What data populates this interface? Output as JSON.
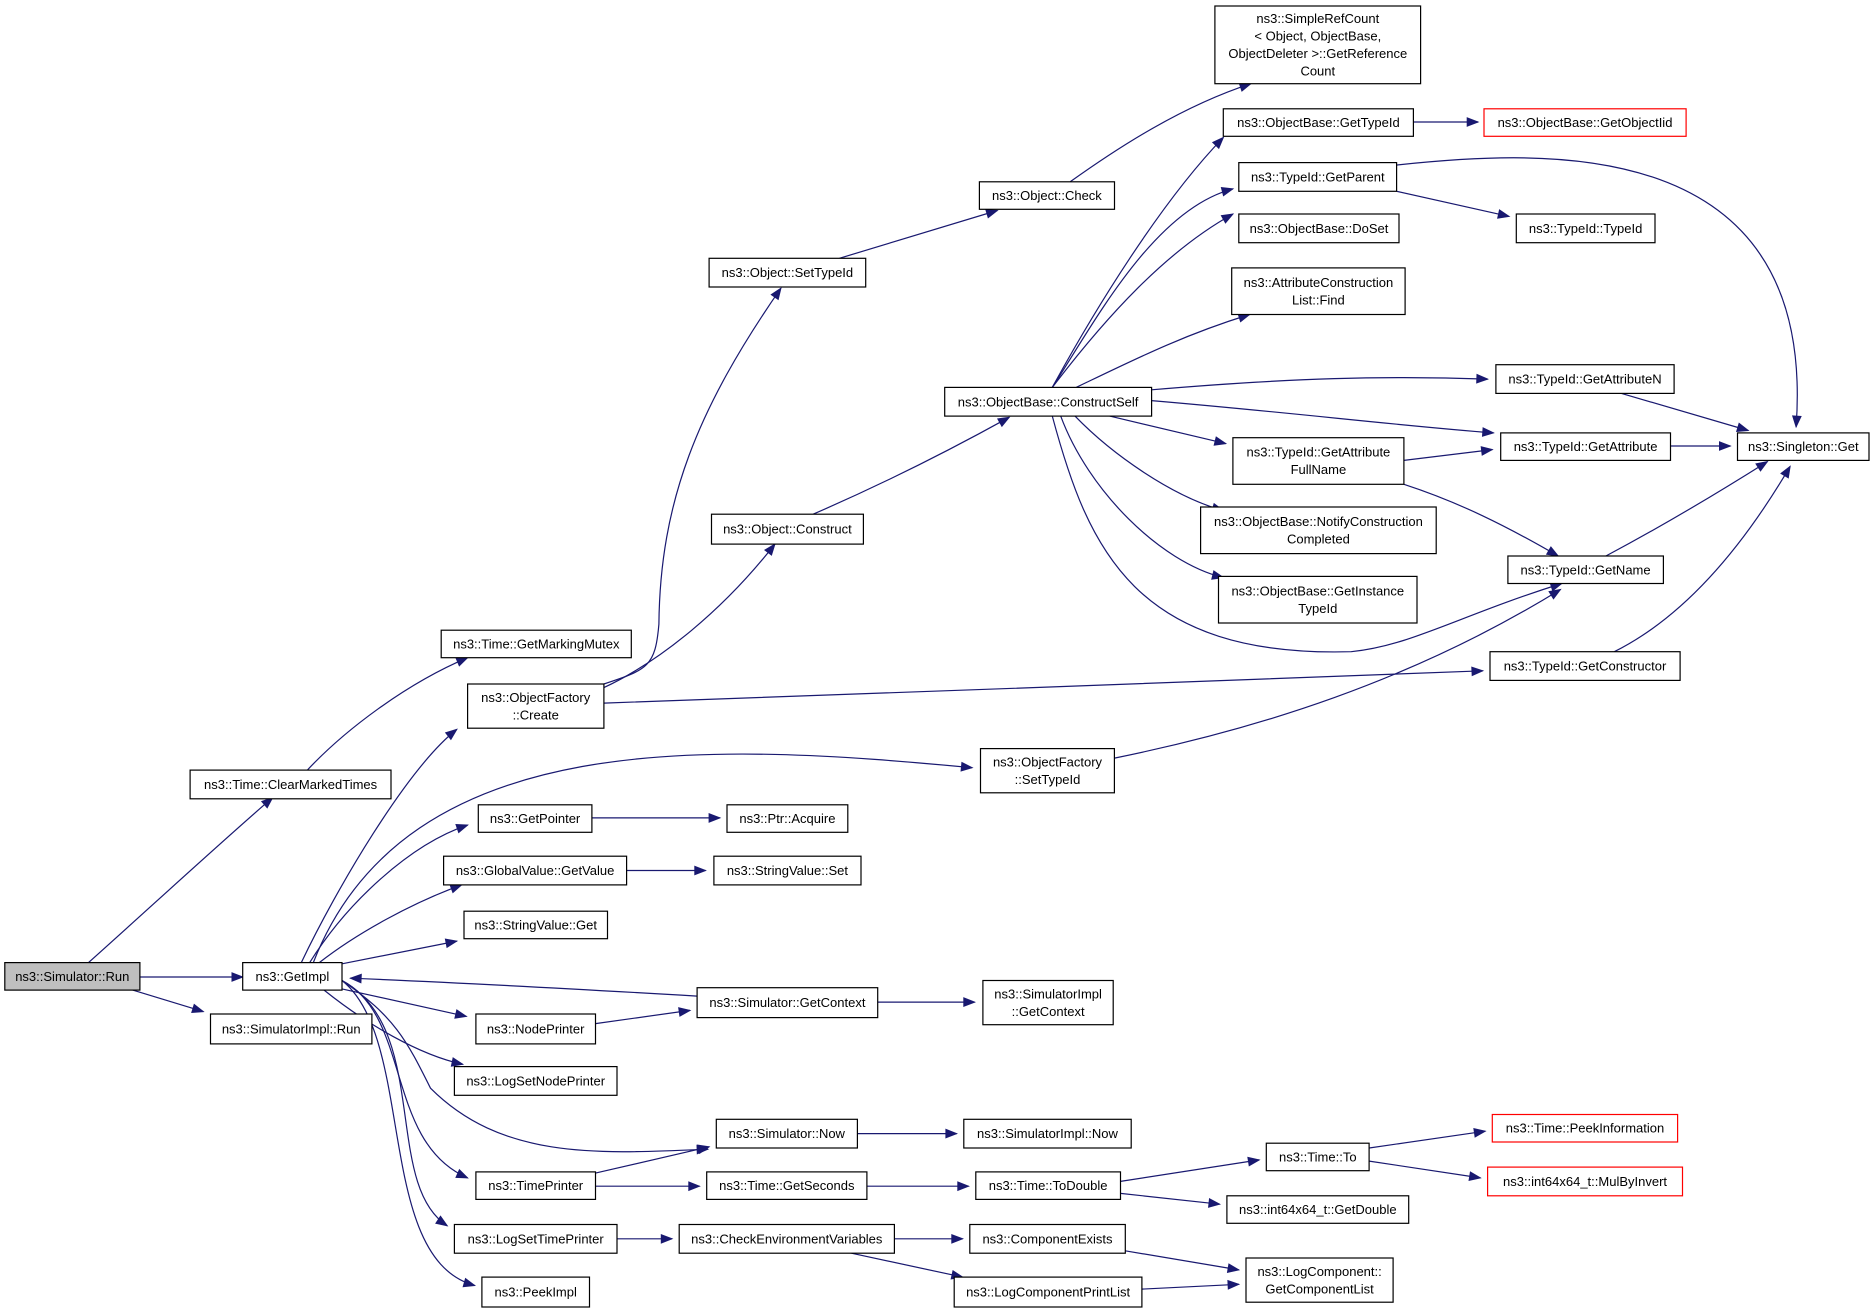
{
  "colors": {
    "edge": "#191970",
    "truncated_border": "#ff0000",
    "root_fill": "#bfbfbf"
  },
  "nodes": {
    "run": {
      "lines": [
        "ns3::Simulator::Run"
      ],
      "root": true
    },
    "clr": {
      "lines": [
        "ns3::Time::ClearMarkedTimes"
      ]
    },
    "impl": {
      "lines": [
        "ns3::GetImpl"
      ]
    },
    "simrun": {
      "lines": [
        "ns3::SimulatorImpl::Run"
      ]
    },
    "gmm": {
      "lines": [
        "ns3::Time::GetMarkingMutex"
      ]
    },
    "ofc": {
      "lines": [
        "ns3::ObjectFactory",
        "::Create"
      ]
    },
    "gp": {
      "lines": [
        "ns3::GetPointer"
      ]
    },
    "gvg": {
      "lines": [
        "ns3::GlobalValue::GetValue"
      ]
    },
    "svg": {
      "lines": [
        "ns3::StringValue::Get"
      ]
    },
    "np": {
      "lines": [
        "ns3::NodePrinter"
      ]
    },
    "lsnp": {
      "lines": [
        "ns3::LogSetNodePrinter"
      ]
    },
    "tp": {
      "lines": [
        "ns3::TimePrinter"
      ]
    },
    "lstp": {
      "lines": [
        "ns3::LogSetTimePrinter"
      ]
    },
    "pi": {
      "lines": [
        "ns3::PeekImpl"
      ]
    },
    "ost": {
      "lines": [
        "ns3::Object::SetTypeId"
      ]
    },
    "oc": {
      "lines": [
        "ns3::Object::Construct"
      ]
    },
    "ochk": {
      "lines": [
        "ns3::Object::Check"
      ]
    },
    "src": {
      "lines": [
        "ns3::SimpleRefCount",
        "< Object, ObjectBase,",
        "ObjectDeleter >::GetReference",
        "Count"
      ]
    },
    "obcs": {
      "lines": [
        "ns3::ObjectBase::ConstructSelf"
      ]
    },
    "obgt": {
      "lines": [
        "ns3::ObjectBase::GetTypeId"
      ]
    },
    "obgoi": {
      "lines": [
        "ns3::ObjectBase::GetObjectIid"
      ],
      "truncated": true
    },
    "tigp": {
      "lines": [
        "ns3::TypeId::GetParent"
      ]
    },
    "titi": {
      "lines": [
        "ns3::TypeId::TypeId"
      ]
    },
    "obds": {
      "lines": [
        "ns3::ObjectBase::DoSet"
      ]
    },
    "acl": {
      "lines": [
        "ns3::AttributeConstruction",
        "List::Find"
      ]
    },
    "tigan": {
      "lines": [
        "ns3::TypeId::GetAttributeN"
      ]
    },
    "tiga": {
      "lines": [
        "ns3::TypeId::GetAttribute"
      ]
    },
    "sg": {
      "lines": [
        "ns3::Singleton::Get"
      ]
    },
    "tigaf": {
      "lines": [
        "ns3::TypeId::GetAttribute",
        "FullName"
      ]
    },
    "obnc": {
      "lines": [
        "ns3::ObjectBase::NotifyConstruction",
        "Completed"
      ]
    },
    "obgi": {
      "lines": [
        "ns3::ObjectBase::GetInstance",
        "TypeId"
      ]
    },
    "tign": {
      "lines": [
        "ns3::TypeId::GetName"
      ]
    },
    "tigc": {
      "lines": [
        "ns3::TypeId::GetConstructor"
      ]
    },
    "ofst": {
      "lines": [
        "ns3::ObjectFactory",
        "::SetTypeId"
      ]
    },
    "pa": {
      "lines": [
        "ns3::Ptr::Acquire"
      ]
    },
    "svs": {
      "lines": [
        "ns3::StringValue::Set"
      ]
    },
    "sgc": {
      "lines": [
        "ns3::Simulator::GetContext"
      ]
    },
    "sigc": {
      "lines": [
        "ns3::SimulatorImpl",
        "::GetContext"
      ]
    },
    "sn": {
      "lines": [
        "ns3::Simulator::Now"
      ]
    },
    "sin": {
      "lines": [
        "ns3::SimulatorImpl::Now"
      ]
    },
    "tgs": {
      "lines": [
        "ns3::Time::GetSeconds"
      ]
    },
    "ttd": {
      "lines": [
        "ns3::Time::ToDouble"
      ]
    },
    "tto": {
      "lines": [
        "ns3::Time::To"
      ]
    },
    "tpi": {
      "lines": [
        "ns3::Time::PeekInformation"
      ],
      "truncated": true
    },
    "mbi": {
      "lines": [
        "ns3::int64x64_t::MulByInvert"
      ],
      "truncated": true
    },
    "i64gd": {
      "lines": [
        "ns3::int64x64_t::GetDouble"
      ]
    },
    "cev": {
      "lines": [
        "ns3::CheckEnvironmentVariables"
      ]
    },
    "ce": {
      "lines": [
        "ns3::ComponentExists"
      ]
    },
    "lcpl": {
      "lines": [
        "ns3::LogComponentPrintList"
      ]
    },
    "lcgcl": {
      "lines": [
        "ns3::LogComponent::",
        "GetComponentList"
      ]
    }
  },
  "edges": [
    [
      "run",
      "clr"
    ],
    [
      "run",
      "impl"
    ],
    [
      "run",
      "simrun"
    ],
    [
      "clr",
      "gmm"
    ],
    [
      "impl",
      "ofc"
    ],
    [
      "impl",
      "gp"
    ],
    [
      "impl",
      "gvg"
    ],
    [
      "impl",
      "svg"
    ],
    [
      "impl",
      "np"
    ],
    [
      "impl",
      "lsnp"
    ],
    [
      "impl",
      "tp"
    ],
    [
      "impl",
      "lstp"
    ],
    [
      "impl",
      "pi"
    ],
    [
      "impl",
      "ofst"
    ],
    [
      "impl",
      "sn"
    ],
    [
      "ofc",
      "ost"
    ],
    [
      "ofc",
      "oc"
    ],
    [
      "ofc",
      "tigc"
    ],
    [
      "ost",
      "ochk"
    ],
    [
      "ochk",
      "src"
    ],
    [
      "oc",
      "obcs"
    ],
    [
      "obcs",
      "obgt"
    ],
    [
      "obcs",
      "tigp"
    ],
    [
      "obcs",
      "obds"
    ],
    [
      "obcs",
      "acl"
    ],
    [
      "obcs",
      "tigan"
    ],
    [
      "obcs",
      "tiga"
    ],
    [
      "obcs",
      "tigaf"
    ],
    [
      "obcs",
      "obnc"
    ],
    [
      "obcs",
      "obgi"
    ],
    [
      "obcs",
      "tign"
    ],
    [
      "obgt",
      "obgoi"
    ],
    [
      "tigp",
      "titi"
    ],
    [
      "tigp",
      "sg"
    ],
    [
      "tigan",
      "sg"
    ],
    [
      "tiga",
      "sg"
    ],
    [
      "tigaf",
      "tiga"
    ],
    [
      "tigaf",
      "tign"
    ],
    [
      "tign",
      "sg"
    ],
    [
      "tigc",
      "sg"
    ],
    [
      "ofst",
      "tign"
    ],
    [
      "gp",
      "pa"
    ],
    [
      "gvg",
      "svs"
    ],
    [
      "np",
      "sgc"
    ],
    [
      "sgc",
      "impl"
    ],
    [
      "sgc",
      "sigc"
    ],
    [
      "tp",
      "sn"
    ],
    [
      "tp",
      "tgs"
    ],
    [
      "sn",
      "sin"
    ],
    [
      "tgs",
      "ttd"
    ],
    [
      "ttd",
      "tto"
    ],
    [
      "ttd",
      "i64gd"
    ],
    [
      "tto",
      "tpi"
    ],
    [
      "tto",
      "mbi"
    ],
    [
      "lstp",
      "cev"
    ],
    [
      "cev",
      "ce"
    ],
    [
      "cev",
      "lcpl"
    ],
    [
      "ce",
      "lcgcl"
    ],
    [
      "lcpl",
      "lcgcl"
    ]
  ]
}
